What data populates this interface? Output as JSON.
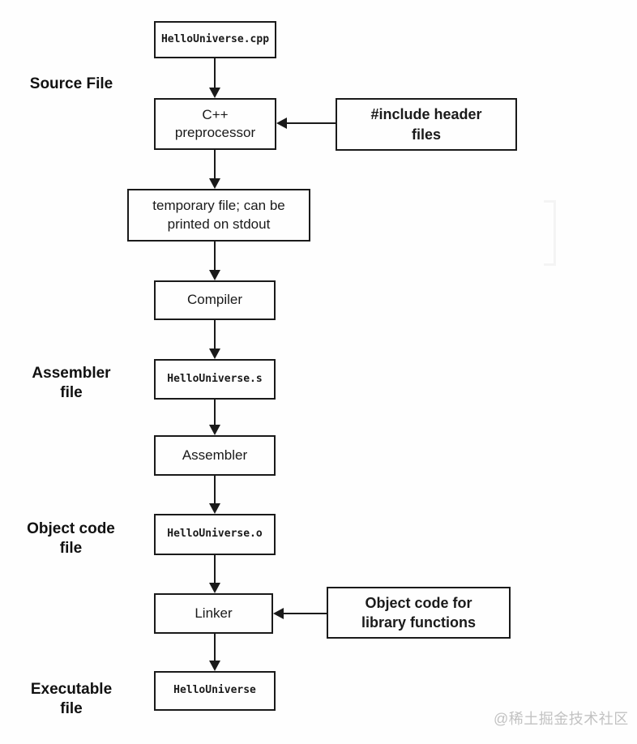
{
  "colors": {
    "line": "#1a1a1a",
    "box_border": "#1a1a1a",
    "background": "#fefefe",
    "watermark": "#c2c2c2"
  },
  "watermark": {
    "text": "@稀土掘金技术社区"
  },
  "diagram": {
    "title": "C++ compilation pipeline flowchart",
    "side_labels": [
      {
        "id": "source-file",
        "text": "Source File"
      },
      {
        "id": "assembler-file",
        "text": "Assembler\nfile"
      },
      {
        "id": "object-code-file",
        "text": "Object code\nfile"
      },
      {
        "id": "executable-file",
        "text": "Executable\nfile"
      }
    ],
    "nodes": [
      {
        "id": "source-cpp",
        "text": "HelloUniverse.cpp",
        "font": "mono"
      },
      {
        "id": "preprocessor",
        "text": "C++\npreprocessor",
        "font": "sans"
      },
      {
        "id": "temp-file",
        "text": "temporary file; can be\nprinted on stdout",
        "font": "sans"
      },
      {
        "id": "compiler",
        "text": "Compiler",
        "font": "sans"
      },
      {
        "id": "assembly-file",
        "text": "HelloUniverse.s",
        "font": "mono"
      },
      {
        "id": "assembler",
        "text": "Assembler",
        "font": "sans"
      },
      {
        "id": "object-file",
        "text": "HelloUniverse.o",
        "font": "mono"
      },
      {
        "id": "linker",
        "text": "Linker",
        "font": "sans"
      },
      {
        "id": "executable",
        "text": "HelloUniverse",
        "font": "mono"
      }
    ],
    "annotations": [
      {
        "id": "include-headers",
        "text": "#include header\nfiles",
        "points_to": "preprocessor"
      },
      {
        "id": "library-object-code",
        "text": "Object code for\nlibrary functions",
        "points_to": "linker"
      }
    ]
  }
}
